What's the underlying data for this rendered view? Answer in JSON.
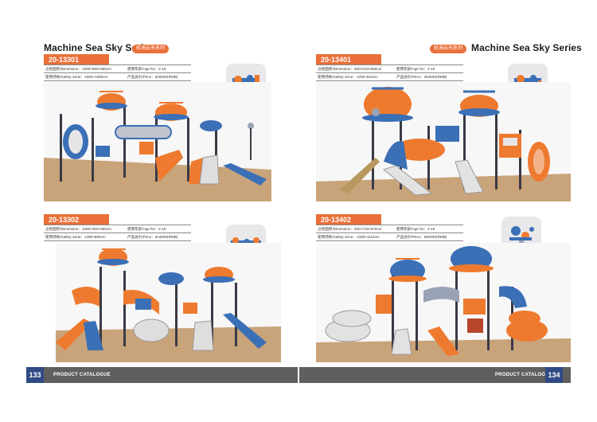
{
  "left_page": {
    "series_title": "Machine Sea Sky Series",
    "series_tag": "机海云天系列",
    "products": [
      {
        "code": "20-13301",
        "dimension": "占地面积/Dimension：1200×680×550cm",
        "age": "使用年龄/Age for：3-15",
        "safety_zone": "使用场地/Safety Zone：1600×1080cm",
        "price": "产品总价/Price：820000(RMB)"
      },
      {
        "code": "20-13302",
        "dimension": "占地面积/Dimension：1090×460×550cm",
        "age": "使用年龄/Age for：3-15",
        "safety_zone": "使用场地/Safety Zone：1490×860cm",
        "price": "产品总价/Price：644000(RMB)"
      }
    ],
    "footer": {
      "page_number": "133",
      "label": "PRODUCT CATALOGUE"
    }
  },
  "right_page": {
    "series_title": "Machine Sea Sky Series",
    "series_tag": "机海云天系列",
    "products": [
      {
        "code": "20-13401",
        "dimension": "占地面积/Dimension：800×510×650cm",
        "age": "使用年龄/Age for：3-15",
        "safety_zone": "使用场地/Safety Zone：1200×910cm",
        "price": "产品总价/Price：384000(RMB)"
      },
      {
        "code": "20-13402",
        "dimension": "占地面积/Dimension：930×710×570cm",
        "age": "使用年龄/Age for：3-15",
        "safety_zone": "使用场地/Safety Zone：1330×1110cm",
        "price": "产品总价/Price：680000(RMB)"
      }
    ],
    "footer": {
      "page_number": "134",
      "label": "PRODUCT CATALOGUE"
    }
  },
  "colors": {
    "accent_orange": "#e9703a",
    "footer_gray": "#5f5f5f",
    "page_number_blue": "#2f4a85",
    "playground_blue": "#3b6fb6",
    "playground_orange": "#ee7a2f",
    "ground_beige": "#c9a37a"
  },
  "icons": {
    "photo": "playground-photo-icon",
    "thumbnail": "playground-plan-thumbnail-icon"
  }
}
